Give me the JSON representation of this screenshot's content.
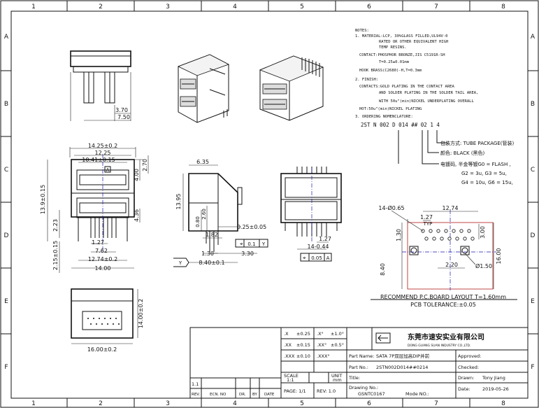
{
  "sheet": {
    "cols": [
      "1",
      "2",
      "3",
      "4",
      "5",
      "6",
      "7",
      "8"
    ],
    "rows": [
      "A",
      "B",
      "C",
      "D",
      "E",
      "F"
    ]
  },
  "notes": {
    "heading": "NOTES:",
    "lines": [
      "1. MATERIAL:LCP, 30%GLASS FILLED,UL94V-0",
      "RATED OR OTHER EQUIVALENT HIGH",
      "TEMP RESINS.",
      "CONTACT:PHOSPHOR BRONZE,JIS C5191R-SH",
      "T=0.25±0.01mm",
      "HOOK BRASS(C2680)-H,T=0.3mm",
      "2. FINISH:",
      "CONTACTS:GOLD PLATING IN THE CONTACT AREA",
      "AND SOLDER PLATING IN THE SOLDER TAIL AREA,",
      "WITH 50u\"(min)NICKEL UNDERPLATING OVERALL",
      "HOT:50u\"(min)NICKEL PLATING",
      "3. ORDERING NOMENCLATURE:"
    ],
    "code": "2ST N 002 D 014 ## 02 1 4",
    "packaging": "包装方式: TUBE PACKAGE(管装)",
    "color": "颜色: BLACK (黑色)",
    "plating": "电镀码, 半金等镀G0 = FLASH ,",
    "plating2": "G2 = 3u, G3 = 5u,",
    "plating3": "G4 = 10u, G6 = 15u,"
  },
  "dims": {
    "top_a": "3.70",
    "top_b": "7.50",
    "front_w1": "14.25±0.2",
    "front_w2": "12.25",
    "front_w3": "10.41±0.15",
    "front_h1": "4.00",
    "front_h2": "2.70",
    "front_h3": "4.36",
    "front_left": "13.9±0.15",
    "front_2_23": "2.23",
    "front_2_15": "2.15±0.15",
    "front_p1": "1.27",
    "front_p2": "7.62",
    "front_p3": "12.74±0.2",
    "front_p4": "14.00",
    "front_datum_a": "A",
    "side_top": "6.35",
    "side_h": "13.95",
    "side_080": "0.80",
    "side_260": "2.60",
    "side_182": "1.82",
    "side_025": "0.25±0.05",
    "side_tol1": "0.1",
    "side_tol1_ref": "Y",
    "side_130": "1.30",
    "side_330": "3.30",
    "side_840": "8.40±0.1",
    "side_datum_y": "Y",
    "back_127": "1.27",
    "back_14": "14-0.44",
    "back_tol": "0.05",
    "back_tol_ref": "A",
    "bottom_h": "14.00±0.2",
    "bottom_w": "16.00±0.2",
    "pcb_hole": "14-Ø0.65",
    "pcb_1274": "12.74",
    "pcb_127": "1.27",
    "pcb_typ": "TYP",
    "pcb_130": "1.30",
    "pcb_300": "3.00",
    "pcb_840": "8.40",
    "pcb_220": "2.20",
    "pcb_150": "Ø1.50",
    "pcb_1600": "16.00"
  },
  "pcb_layout": {
    "title": "RECOMMEND P.C.BOARD LAYOUT T=1.60mm",
    "tolerance": "PCB TOLERANCE:±0.05"
  },
  "tol_table": {
    "r1a": ".X",
    "r1b": "±0.25",
    "r1c": ".X°",
    "r1d": "±1.0°",
    "r2a": ".XX",
    "r2b": "±0.15",
    "r2c": ".XX°",
    "r2d": "±0.5°",
    "r3a": ".XXX",
    "r3b": "±0.10",
    "r3c": ".XXX°",
    "r3d": "",
    "scale_l": "SCALE",
    "scale_v": "1:1",
    "unit_l": "UNIT",
    "unit_v": "mm",
    "page_l": "PAGE: 1/1",
    "rev_l": "REV: 1.0"
  },
  "title_block": {
    "company": "东莞市速安实业有限公司",
    "company_en": "DONG GUANG SUAN INDUSTRY CO.,LTD.",
    "part_name_l": "Part Name:",
    "part_name_v": "SATA 7P双层加高DIP并前",
    "part_no_l": "Part No.:",
    "part_no_v": "2STN002D014##0214",
    "title_l": "Title:",
    "drawing_l": "Drawing No.:",
    "drawing_v": "GSNTC0167",
    "mode_l": "Mode NO.:",
    "approved_l": "Approved:",
    "checked_l": "Checked:",
    "drawn_l": "Drawn:",
    "drawn_v": "Tony Jiang",
    "date_l": "Date:",
    "date_v": "2019-05-26"
  },
  "rev_table": {
    "rev": "1.1",
    "h1": "REV.",
    "h2": "ECN. NO",
    "h3": "DR.",
    "h4": "BY",
    "h5": "DATE"
  }
}
